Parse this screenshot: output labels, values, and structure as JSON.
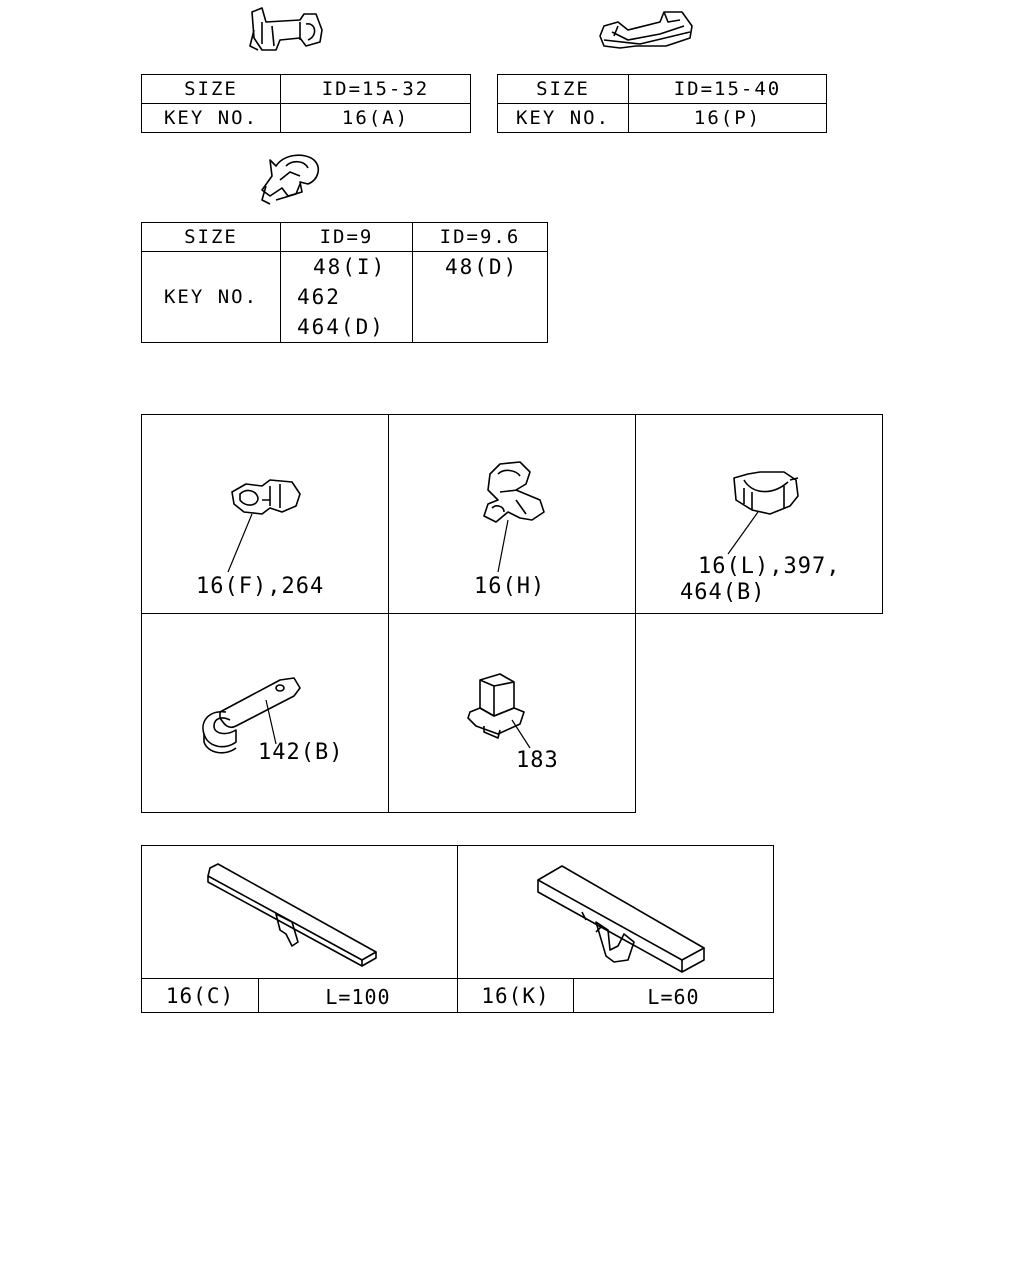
{
  "table_a": {
    "size_label": "SIZE",
    "size_value": "ID=15-32",
    "key_label": "KEY NO.",
    "key_value": "16(A)"
  },
  "table_p": {
    "size_label": "SIZE",
    "size_value": "ID=15-40",
    "key_label": "KEY NO.",
    "key_value": "16(P)"
  },
  "table_id": {
    "size_label": "SIZE",
    "key_label": "KEY NO.",
    "col1_size": "ID=9",
    "col1_keys": [
      "48(I)",
      "462",
      "464(D)"
    ],
    "col2_size": "ID=9.6",
    "col2_keys": [
      "48(D)"
    ]
  },
  "grid": {
    "c1": "16(F),264",
    "c2": "16(H)",
    "c3_line1": "16(L),397,",
    "c3_line2": "464(B)",
    "c4": "142(B)",
    "c5": "183"
  },
  "bands": {
    "left_key": "16(C)",
    "left_len": "L=100",
    "right_key": "16(K)",
    "right_len": "L=60"
  }
}
